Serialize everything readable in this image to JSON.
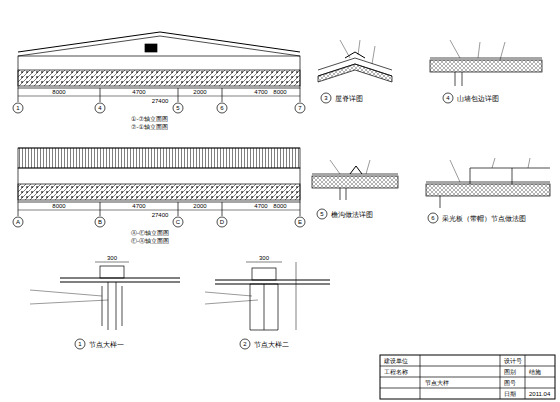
{
  "diagram": {
    "labels": [
      "8000",
      "4700",
      "2000",
      "4700",
      "8000",
      "27400",
      "1",
      "4",
      "5",
      "6",
      "7",
      "①-⑦轴立面图",
      "⑦-①轴立面图",
      "8000",
      "4700",
      "2000",
      "4700",
      "8000",
      "27400",
      "A",
      "B",
      "C",
      "D",
      "E",
      "Ⓐ-Ⓔ轴立面图",
      "Ⓔ-Ⓐ轴立面图",
      "3",
      "屋脊详图",
      "4",
      "山墙包边详图",
      "5",
      "檐沟做法详图",
      "6",
      "采光板（带帽）节点做法图",
      "1",
      "节点大样一",
      "2",
      "节点大样二",
      "300",
      "300",
      "建设单位",
      "工程名称",
      "节点大样",
      "设计号",
      "图别",
      "结施",
      "图号",
      "日期",
      "2011.04"
    ]
  }
}
